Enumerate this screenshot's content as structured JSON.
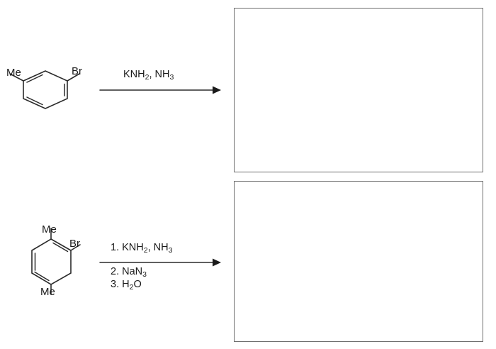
{
  "page": {
    "title": "Aryne substitution reaction worksheet",
    "background_color": "#ffffff",
    "line_color": "#2b2b2b",
    "box_border_color": "#6e6e6e"
  },
  "reactions": [
    {
      "id": "reaction-1",
      "reactant": {
        "name": "3-bromotoluene",
        "ring": "benzene",
        "substituents": [
          {
            "label": "Me",
            "position": "meta-left"
          },
          {
            "label": "Br",
            "position": "position-1-right"
          }
        ]
      },
      "conditions": {
        "above_arrow": [
          {
            "text": "KNH",
            "sub": "2",
            "tail": ", NH",
            "sub2": "3",
            "display": "KNH2, NH3"
          }
        ],
        "above_arrow_display": "KNH2, NH3",
        "below_arrow": [],
        "arrow": "right-arrow"
      },
      "answer_box": {
        "label": "answer-box-1",
        "content": ""
      }
    },
    {
      "id": "reaction-2",
      "reactant": {
        "name": "2-bromo-1,4-dimethylbenzene",
        "ring": "benzene",
        "substituents": [
          {
            "label": "Me",
            "position": "top"
          },
          {
            "label": "Br",
            "position": "upper-right"
          },
          {
            "label": "Me",
            "position": "bottom"
          }
        ]
      },
      "conditions": {
        "above_arrow_display": "1. KNH2, NH3",
        "below_arrow_display": "2. NaN3 / 3. H2O",
        "steps": [
          {
            "number": "1.",
            "formula_a": "KNH",
            "sub_a": "2",
            "formula_b": ", NH",
            "sub_b": "3"
          },
          {
            "number": "2.",
            "formula_a": "NaN",
            "sub_a": "3",
            "formula_b": "",
            "sub_b": ""
          },
          {
            "number": "3.",
            "formula_a": "H",
            "sub_a": "2",
            "formula_b": "O",
            "sub_b": ""
          }
        ],
        "arrow": "right-arrow"
      },
      "answer_box": {
        "label": "answer-box-2",
        "content": ""
      }
    }
  ],
  "labels": {
    "me": "Me",
    "br": "Br",
    "step1_num": "1.",
    "step2_num": "2.",
    "step3_num": "3.",
    "knh": "KNH",
    "knh_sub": "2",
    "nh_sep": ", NH",
    "nh_sub": "3",
    "nan": "NaN",
    "nan_sub": "3",
    "h2o_h": "H",
    "h2o_sub": "2",
    "h2o_o": "O"
  }
}
